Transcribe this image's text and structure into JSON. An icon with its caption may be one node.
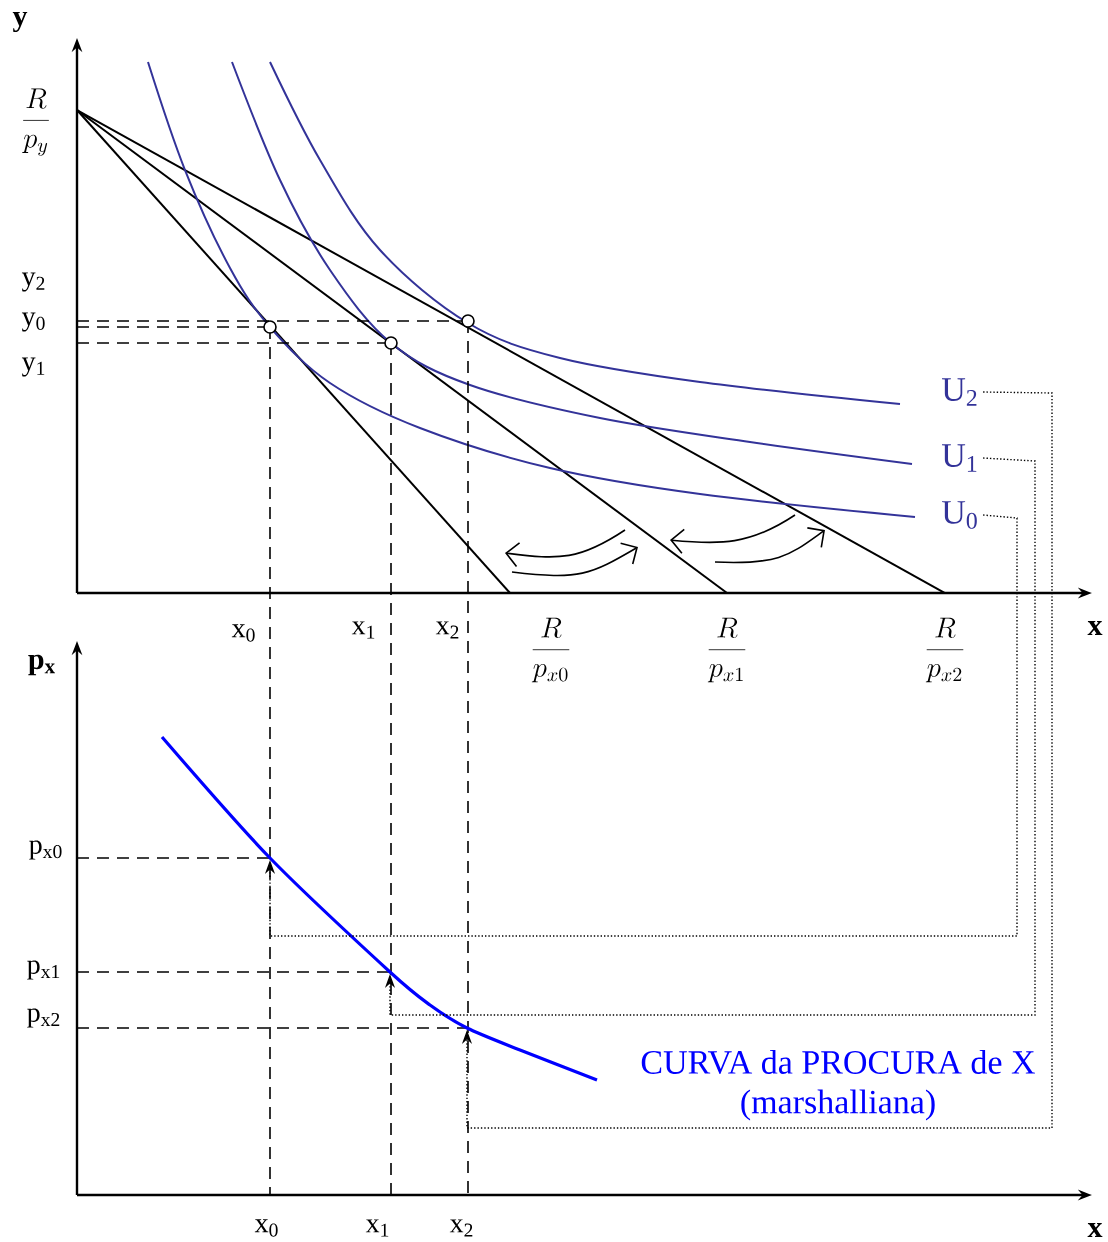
{
  "diagram": {
    "nodes": [
      {
        "text": [
          "U$_{2}$"
        ]
      },
      {
        "text": [
          "U$_{1}$"
        ]
      },
      {
        "text": [
          "U$_{0}$"
        ]
      }
    ],
    "edges": [
      {
        "from": 0,
        "to": null,
        "arrow": "to"
      },
      {
        "from": 1,
        "to": null,
        "arrow": "to"
      },
      {
        "from": 2,
        "to": null,
        "arrow": "to"
      }
    ],
    "labels": [
      "y",
      "\\frac{R}{p_{y}}",
      "y$_{2}$",
      "y$_{0}$",
      "y$_{1}$",
      "x$_{0}$",
      "x$_{1}$",
      "x$_{2}$",
      "\\frac{R}{p_{x0}}",
      "\\frac{R}{p_{x1}}",
      "\\frac{R}{p_{x2}}",
      "x",
      "p$_{x}$",
      "p$_{x0}$",
      "p$_{x1}$",
      "p$_{x2}$",
      "x$_{0}$",
      "x$_{1}$",
      "x$_{2}$",
      "x",
      "CURVA da PROCURA de X",
      "(marshalliana)"
    ]
  }
}
